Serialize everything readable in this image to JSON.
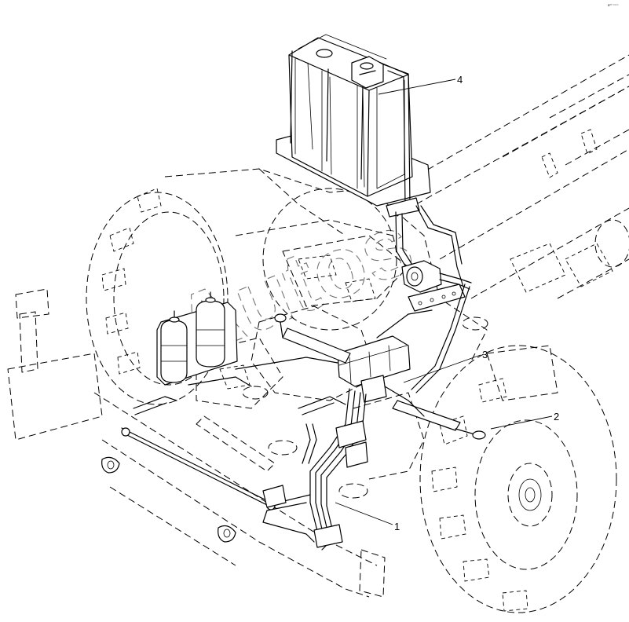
{
  "figure": {
    "corner_code": "a⁰⁰ ᵒᵒᵒᵒ",
    "watermark": "Autos",
    "callouts": [
      {
        "label": "1"
      },
      {
        "label": "2"
      },
      {
        "label": "3"
      },
      {
        "label": "4"
      }
    ]
  }
}
